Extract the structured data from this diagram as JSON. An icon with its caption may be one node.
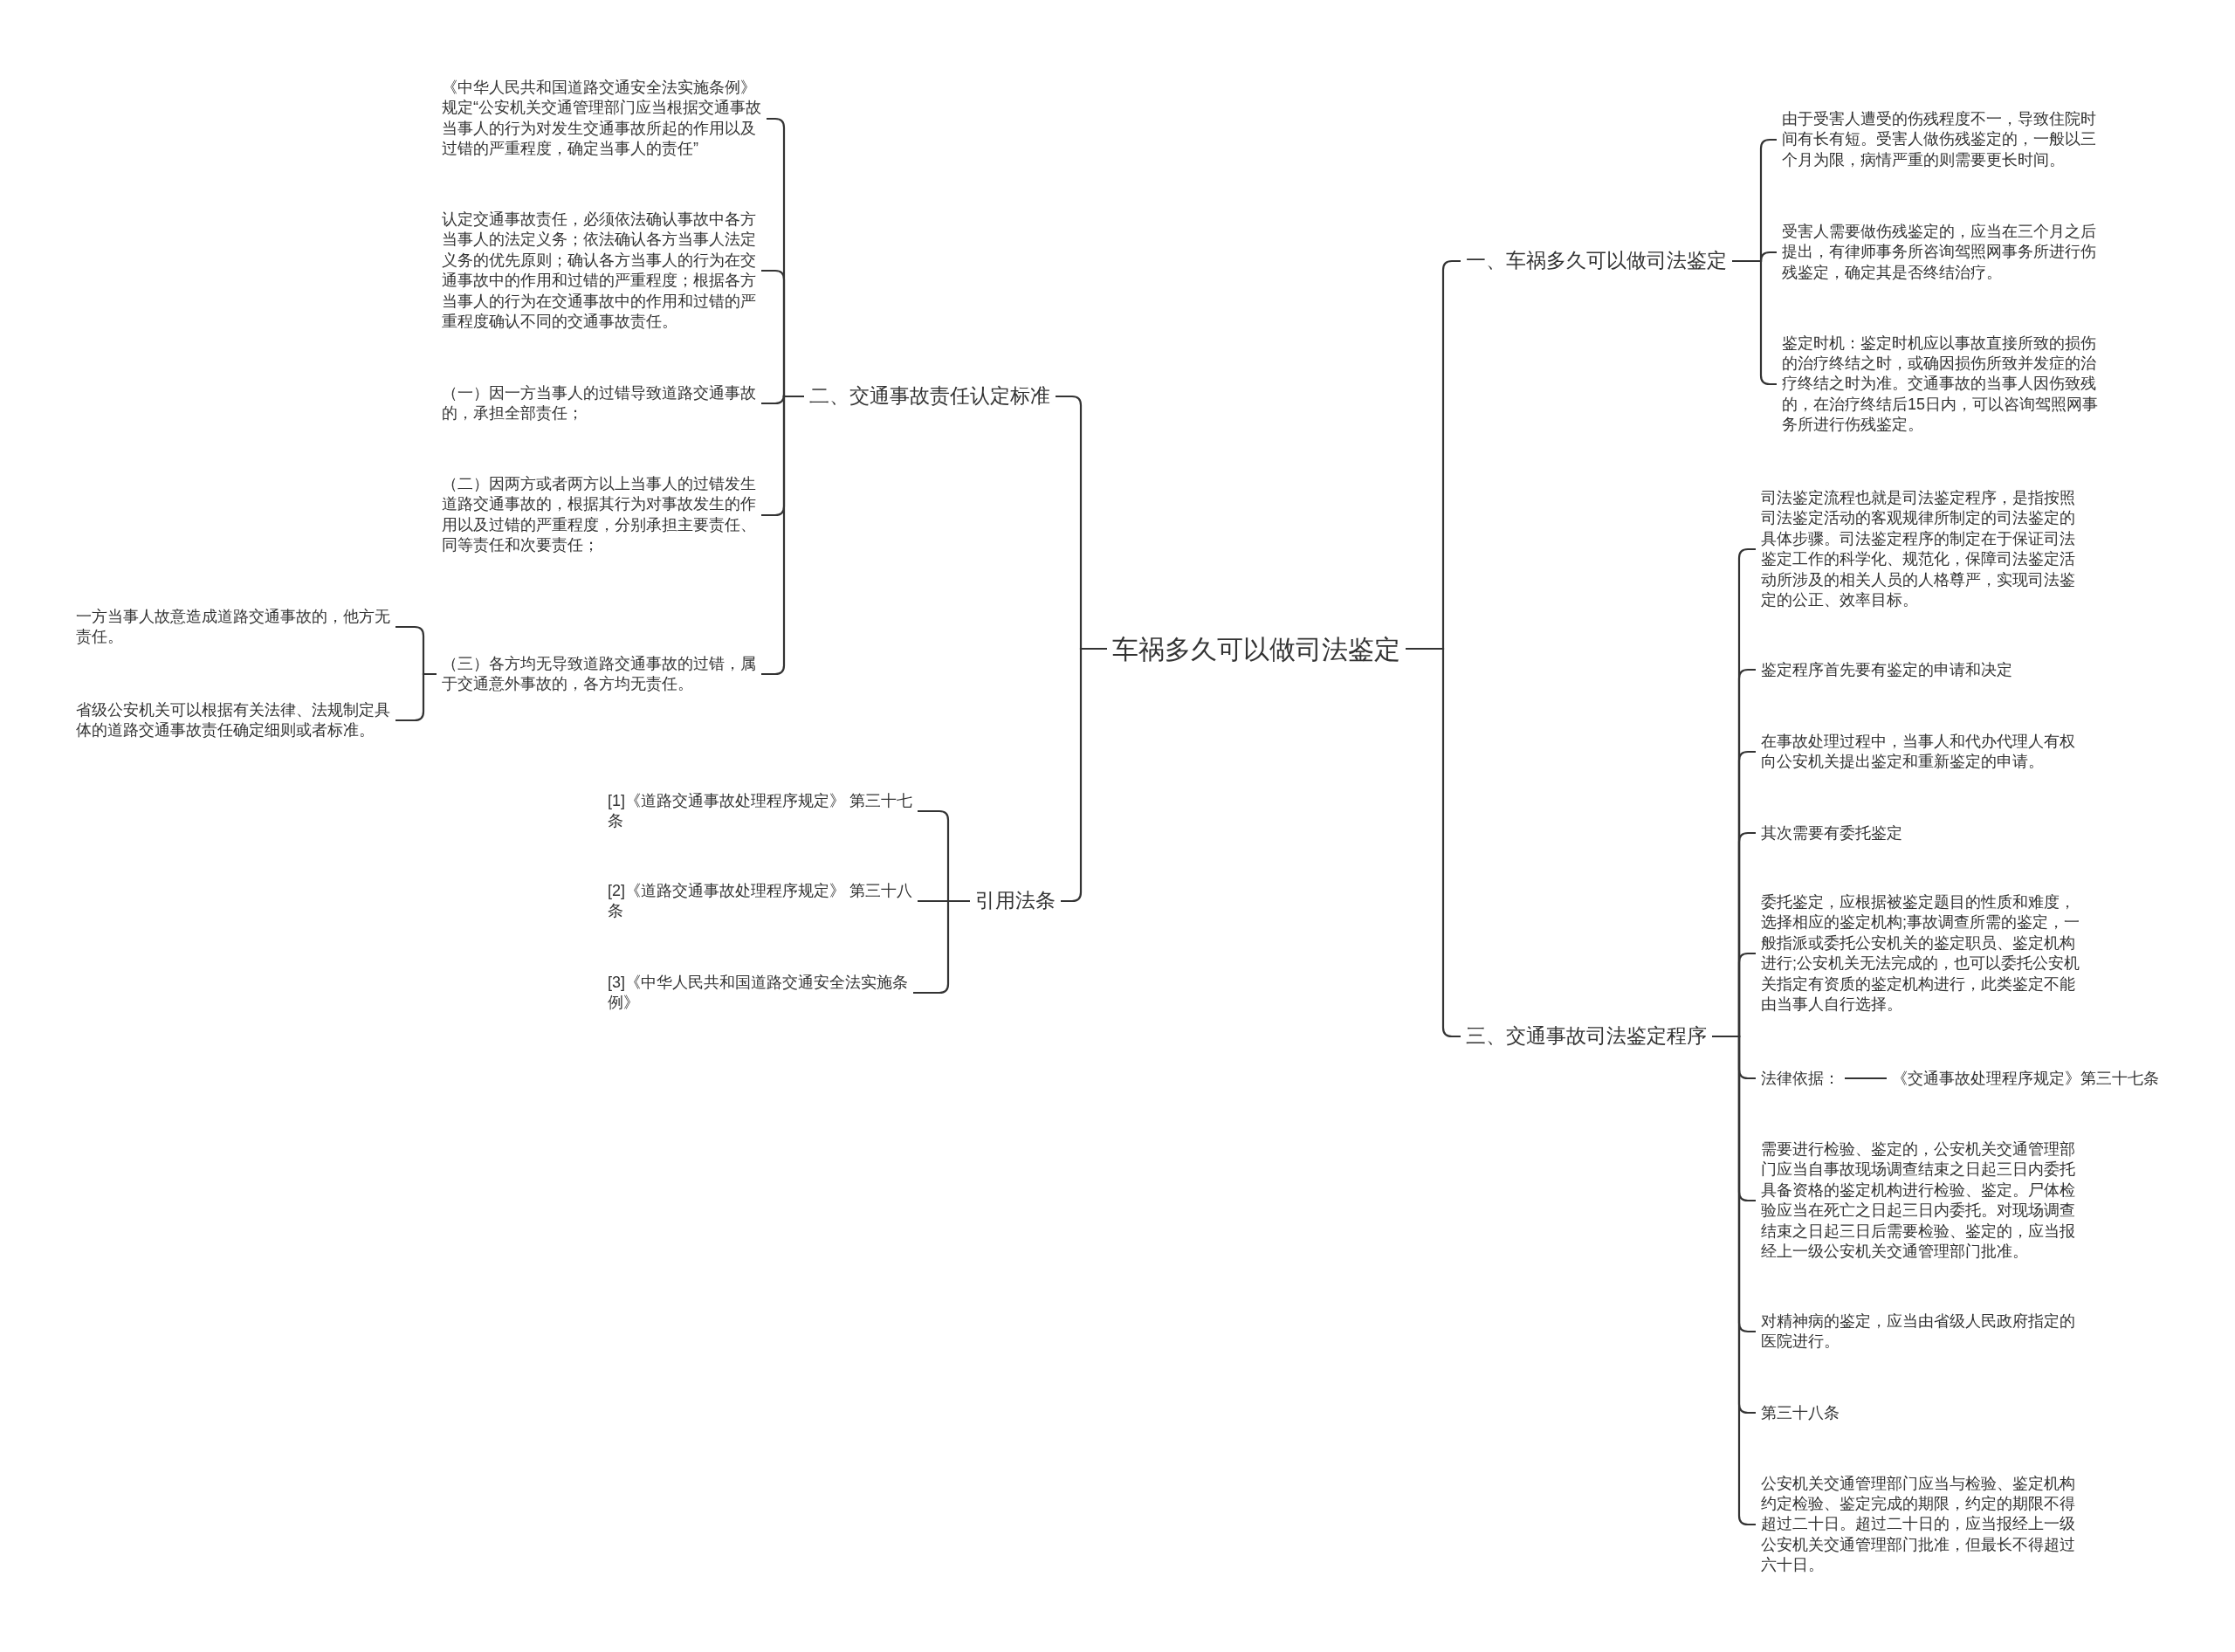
{
  "diagram": {
    "nodes": [
      {
        "text": [
          "车祸多久可以做司法鉴定"
        ]
      },
      {
        "text": [
          "二、交通事故责任认定标准"
        ]
      },
      {
        "text": [
          "《中华人民共和国道路交通安全法实施条例》规定“公安机关交通管理部门应当根据交通事故当事人的行为对发生交通事故所起的作用以及过错的严重程度，确定当事人的责任”"
        ]
      },
      {
        "text": [
          "认定交通事故责任，必须依法确认事故中各方当事人的法定义务；依法确认各方当事人法定义务的优先原则；确认各方当事人的行为在交通事故中的作用和过错的严重程度；根据各方当事人的行为在交通事故中的作用和过错的严重程度确认不同的交通事故责任。"
        ]
      },
      {
        "text": [
          "（一）因一方当事人的过错导致道路交通事故的，承担全部责任；"
        ]
      },
      {
        "text": [
          "（二）因两方或者两方以上当事人的过错发生道路交通事故的，根据其行为对事故发生的作用以及过错的严重程度，分别承担主要责任、同等责任和次要责任；"
        ]
      },
      {
        "text": [
          "（三）各方均无导致道路交通事故的过错，属于交通意外事故的，各方均无责任。"
        ]
      },
      {
        "text": [
          "一方当事人故意造成道路交通事故的，他方无责任。"
        ]
      },
      {
        "text": [
          "省级公安机关可以根据有关法律、法规制定具体的道路交通事故责任确定细则或者标准。"
        ]
      },
      {
        "text": [
          "引用法条"
        ]
      },
      {
        "text": [
          "[1]《道路交通事故处理程序规定》 第三十七条"
        ]
      },
      {
        "text": [
          "[2]《道路交通事故处理程序规定》 第三十八条"
        ]
      },
      {
        "text": [
          "[3]《中华人民共和国道路交通安全法实施条例》"
        ]
      },
      {
        "text": [
          "一、车祸多久可以做司法鉴定"
        ]
      },
      {
        "text": [
          "由于受害人遭受的伤残程度不一，导致住院时间有长有短。受害人做伤残鉴定的，一般以三个月为限，病情严重的则需要更长时间。"
        ]
      },
      {
        "text": [
          "受害人需要做伤残鉴定的，应当在三个月之后提出，有律师事务所咨询驾照网事务所进行伤残鉴定，确定其是否终结治疗。"
        ]
      },
      {
        "text": [
          "鉴定时机：鉴定时机应以事故直接所致的损伤的治疗终结之时，或确因损伤所致并发症的治疗终结之时为准。交通事故的当事人因伤致残的，在治疗终结后15日内，可以咨询驾照网事务所进行伤残鉴定。"
        ]
      },
      {
        "text": [
          "三、交通事故司法鉴定程序"
        ]
      },
      {
        "text": [
          "司法鉴定流程也就是司法鉴定程序，是指按照司法鉴定活动的客观规律所制定的司法鉴定的具体步骤。司法鉴定程序的制定在于保证司法鉴定工作的科学化、规范化，保障司法鉴定活动所涉及的相关人员的人格尊严，实现司法鉴定的公正、效率目标。"
        ]
      },
      {
        "text": [
          "鉴定程序首先要有鉴定的申请和决定"
        ]
      },
      {
        "text": [
          "在事故处理过程中，当事人和代办代理人有权向公安机关提出鉴定和重新鉴定的申请。"
        ]
      },
      {
        "text": [
          "其次需要有委托鉴定"
        ]
      },
      {
        "text": [
          "委托鉴定，应根据被鉴定题目的性质和难度，选择相应的鉴定机构;事故调查所需的鉴定，一般指派或委托公安机关的鉴定职员、鉴定机构进行;公安机关无法完成的，也可以委托公安机关指定有资质的鉴定机构进行，此类鉴定不能由当事人自行选择。"
        ]
      },
      {
        "text": [
          "法律依据："
        ]
      },
      {
        "text": [
          "《交通事故处理程序规定》第三十七条"
        ]
      },
      {
        "text": [
          "需要进行检验、鉴定的，公安机关交通管理部门应当自事故现场调查结束之日起三日内委托具备资格的鉴定机构进行检验、鉴定。尸体检验应当在死亡之日起三日内委托。对现场调查结束之日起三日后需要检验、鉴定的，应当报经上一级公安机关交通管理部门批准。"
        ]
      },
      {
        "text": [
          "对精神病的鉴定，应当由省级人民政府指定的医院进行。"
        ]
      },
      {
        "text": [
          "第三十八条"
        ]
      },
      {
        "text": [
          "公安机关交通管理部门应当与检验、鉴定机构约定检验、鉴定完成的期限，约定的期限不得超过二十日。超过二十日的，应当报经上一级公安机关交通管理部门批准，但最长不得超过六十日。"
        ]
      }
    ],
    "edges": [
      {
        "from": 0,
        "to": 1,
        "arrow": "none"
      },
      {
        "from": 1,
        "to": 2,
        "arrow": "none"
      },
      {
        "from": 1,
        "to": 3,
        "arrow": "none"
      },
      {
        "from": 1,
        "to": 4,
        "arrow": "none"
      },
      {
        "from": 1,
        "to": 5,
        "arrow": "none"
      },
      {
        "from": 1,
        "to": 6,
        "arrow": "none"
      },
      {
        "from": 6,
        "to": 7,
        "arrow": "none"
      },
      {
        "from": 6,
        "to": 8,
        "arrow": "none"
      },
      {
        "from": 0,
        "to": 9,
        "arrow": "none"
      },
      {
        "from": 9,
        "to": 10,
        "arrow": "none"
      },
      {
        "from": 9,
        "to": 11,
        "arrow": "none"
      },
      {
        "from": 9,
        "to": 12,
        "arrow": "none"
      },
      {
        "from": 0,
        "to": 13,
        "arrow": "none"
      },
      {
        "from": 13,
        "to": 14,
        "arrow": "none"
      },
      {
        "from": 13,
        "to": 15,
        "arrow": "none"
      },
      {
        "from": 13,
        "to": 16,
        "arrow": "none"
      },
      {
        "from": 0,
        "to": 17,
        "arrow": "none"
      },
      {
        "from": 17,
        "to": 18,
        "arrow": "none"
      },
      {
        "from": 17,
        "to": 19,
        "arrow": "none"
      },
      {
        "from": 17,
        "to": 20,
        "arrow": "none"
      },
      {
        "from": 17,
        "to": 21,
        "arrow": "none"
      },
      {
        "from": 17,
        "to": 22,
        "arrow": "none"
      },
      {
        "from": 17,
        "to": 23,
        "arrow": "none"
      },
      {
        "from": 23,
        "to": 24,
        "arrow": "none"
      },
      {
        "from": 17,
        "to": 25,
        "arrow": "none"
      },
      {
        "from": 17,
        "to": 26,
        "arrow": "none"
      },
      {
        "from": 17,
        "to": 27,
        "arrow": "none"
      },
      {
        "from": 17,
        "to": 28,
        "arrow": "none"
      }
    ]
  }
}
